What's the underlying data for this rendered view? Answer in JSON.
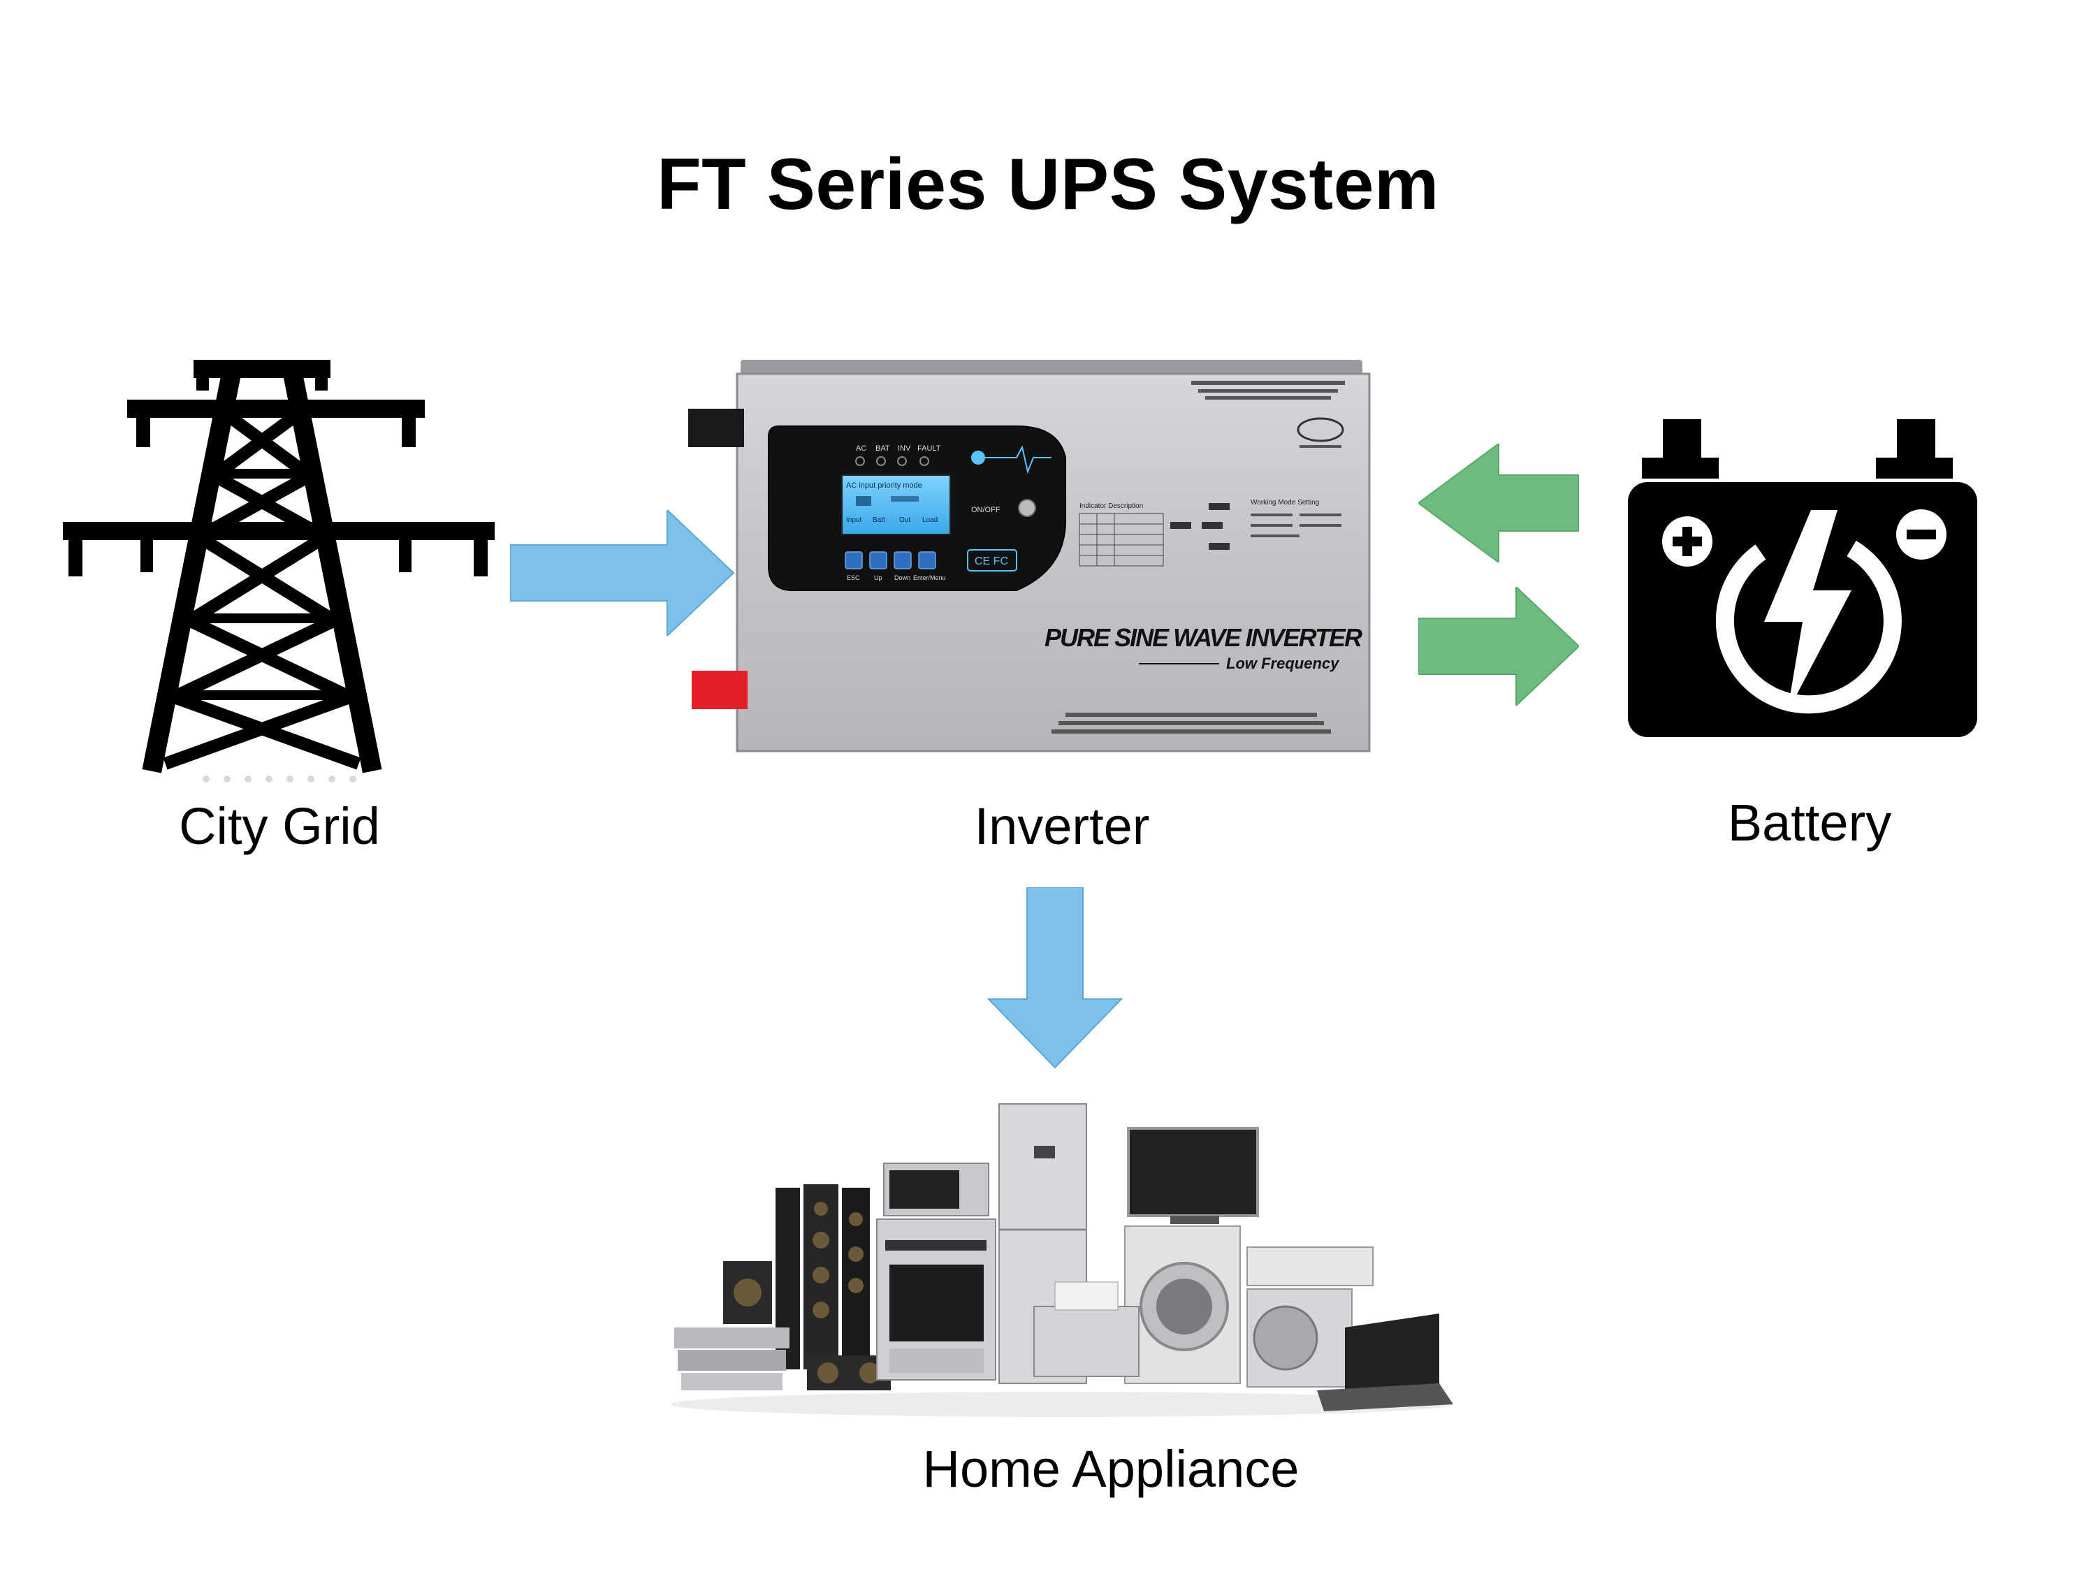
{
  "title": "FT Series UPS System",
  "nodes": {
    "city_grid": "City Grid",
    "inverter": "Inverter",
    "battery": "Battery",
    "home_appliance": "Home Appliance"
  },
  "inverter_panel": {
    "indicators": [
      "AC",
      "BAT",
      "INV",
      "FAULT"
    ],
    "lcd_line1": "AC input priority mode",
    "lcd_labels": [
      "Input",
      "Batt",
      "Out",
      "Load"
    ],
    "power_button": "ON/OFF",
    "buttons": [
      "ESC",
      "Up",
      "Down",
      "Enter/Menu"
    ],
    "cert": "CE FC",
    "indicator_desc": "Indicator Description",
    "working_mode": "Working Mode Setting",
    "product_name": "PURE SINE WAVE INVERTER",
    "product_sub": "Low Frequency"
  },
  "colors": {
    "blue_arrow": "#7DC1EA",
    "green_arrow": "#6EBB7E",
    "icon_black": "#000000",
    "inverter_silver": "#C9C9CD"
  },
  "icons": {
    "grid": "power-tower-icon",
    "battery": "battery-lightning-icon"
  }
}
